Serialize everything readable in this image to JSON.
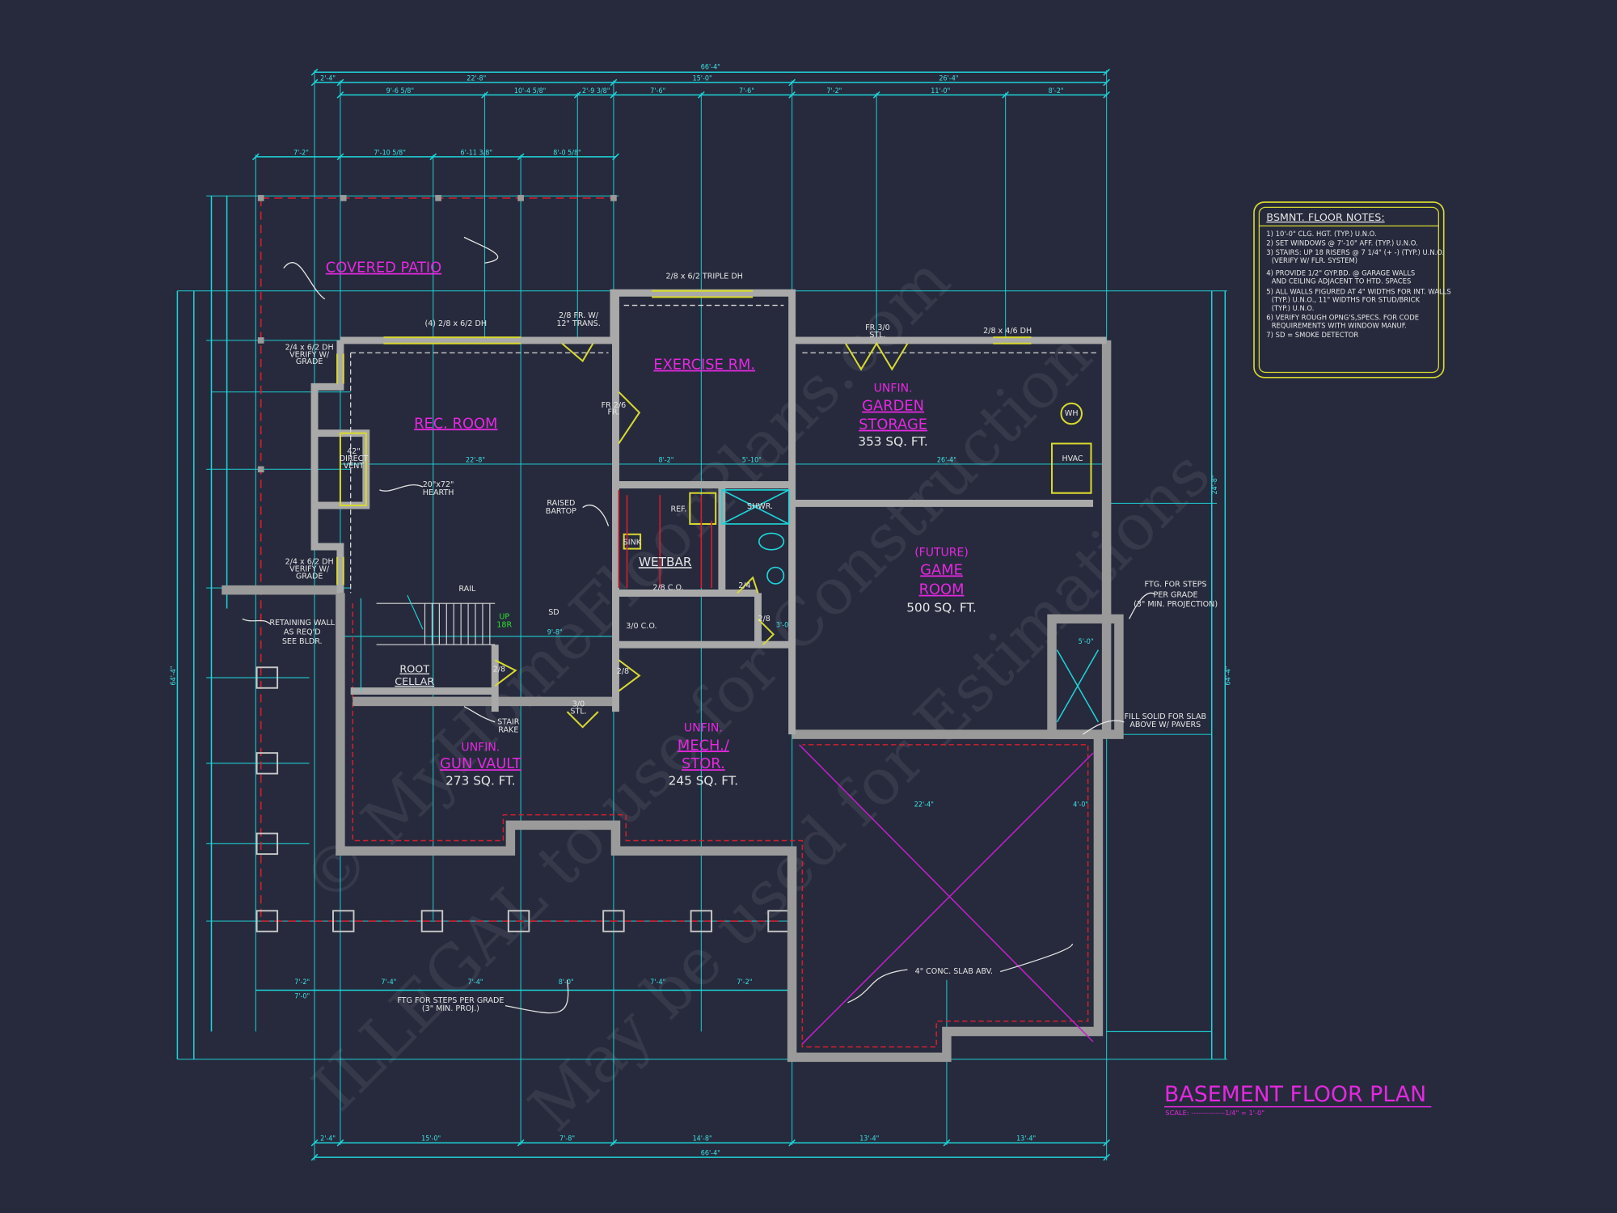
{
  "title": {
    "main": "BASEMENT FLOOR PLAN",
    "scale": "SCALE: --------------1/4\" = 1'-0\""
  },
  "colors": {
    "background": "#262a3c",
    "dimension": "#1fd3d8",
    "room_label": "#e528e0",
    "window_door": "#d8d830",
    "foundation": "#d02030",
    "wall": "#a9a9a9"
  },
  "notes": {
    "heading": "BSMNT. FLOOR NOTES:",
    "items": [
      "1) 10'-0\" CLG. HGT. (TYP.) U.N.O.",
      "2) SET WINDOWS @ 7'-10\" AFF. (TYP.) U.N.O.",
      "3) STAIRS: UP 18 RISERS @ 7 1/4\" (+ -) (TYP.) U.N.O.",
      "(VERIFY W/ FLR. SYSTEM)",
      "4) PROVIDE 1/2\" GYP.BD. @ GARAGE WALLS",
      "AND CEILING ADJACENT TO HTD. SPACES",
      "5) ALL WALLS FIGURED AT 4\" WIDTHS FOR INT. WALLS",
      "(TYP.) U.N.O., 11\" WIDTHS FOR STUD/BRICK",
      "(TYP.) U.N.O.",
      "6) VERIFY ROUGH OPNG'S,SPECS. FOR CODE",
      "REQUIREMENTS WITH WINDOW MANUF.",
      "7) SD = SMOKE DETECTOR"
    ]
  },
  "rooms": {
    "covered_patio": "COVERED PATIO",
    "rec_room": "REC. ROOM",
    "exercise": "EXERCISE RM.",
    "garden": {
      "prefix": "UNFIN.",
      "line1": "GARDEN",
      "line2": "STORAGE",
      "area": "353 SQ. FT."
    },
    "game": {
      "prefix": "(FUTURE)",
      "line1": "GAME",
      "line2": "ROOM",
      "area": "500 SQ. FT."
    },
    "wetbar": "WETBAR",
    "root_cellar": {
      "line1": "ROOT",
      "line2": "CELLAR"
    },
    "gun_vault": {
      "prefix": "UNFIN.",
      "line1": "GUN VAULT",
      "area": "273 SQ. FT."
    },
    "mech": {
      "prefix": "UNFIN.",
      "line1": "MECH./",
      "line2": "STOR.",
      "area": "245 SQ. FT."
    }
  },
  "annotations": {
    "win_rec": "(4) 2/8 x 6/2 DH",
    "win_ex": "2/8 x 6/2 TRIPLE DH",
    "door_fr": [
      "2/8 FR. W/",
      "12\" TRANS."
    ],
    "door_stl": [
      "FR 3/0",
      "STL."
    ],
    "win_garden": "2/8 x 4/6 DH",
    "win_left_top": [
      "2/4 x 6/2 DH",
      "VERIFY W/",
      "GRADE"
    ],
    "win_left_bot": [
      "2/4 x 6/2 DH",
      "VERIFY W/",
      "GRADE"
    ],
    "door_fr26": [
      "FR 2/6",
      "FR."
    ],
    "fireplace": [
      "42\"",
      "DIRECT",
      "VENT"
    ],
    "hearth": [
      "20\"x72\"",
      "HEARTH"
    ],
    "bartop": [
      "RAISED",
      "BARTOP"
    ],
    "ref": "REF.",
    "shwr": "SHWR.",
    "sink": "SINK",
    "co28": "2/8 C.O.",
    "co30": "3/0 C.O.",
    "d24": "2/4",
    "d28a": "2/8",
    "d28b": "2/8",
    "d28c": "2/8",
    "stl30": [
      "3/0",
      "STL."
    ],
    "stair_rake": [
      "STAIR",
      "RAKE"
    ],
    "rail": "RAIL",
    "up": [
      "UP",
      "18R"
    ],
    "sd": "SD",
    "retaining": [
      "RETAINING WALL",
      "AS REQ'D",
      "SEE BLDR."
    ],
    "wh": "WH",
    "hvac": "HVAC",
    "ftg_right": [
      "FTG. FOR STEPS",
      "PER GRADE",
      "(3\" MIN. PROJECTION)"
    ],
    "fill_solid": [
      "FILL SOLID FOR SLAB",
      "ABOVE W/ PAVERS"
    ],
    "slab": "4\" CONC. SLAB ABV.",
    "ftg_bottom": [
      "FTG FOR STEPS PER GRADE",
      "(3\" MIN. PROJ.)"
    ]
  },
  "dimensions": {
    "overall_top": "66'-4\"",
    "top_row1": [
      "2'-4\"",
      "22'-8\"",
      "15'-0\"",
      "26'-4\""
    ],
    "top_row2": [
      "9'-6 5/8\"",
      "10'-4 5/8\"",
      "2'-9 3/8\"",
      "7'-6\"",
      "7'-6\"",
      "7'-2\"",
      "11'-0\"",
      "8'-2\""
    ],
    "top_row3": [
      "7'-2\"",
      "7'-10 5/8\"",
      "6'-11 3/8\"",
      "8'-0 5/8\""
    ],
    "interior": [
      "22'-8\"",
      "8'-2\"",
      "5'-10\"",
      "26'-4\"",
      "9'-8\"",
      "22'-4\"",
      "4'-0\"",
      "5'-0\"",
      "3'-0\""
    ],
    "bottom_patio": [
      "7'-2\"",
      "7'-4\"",
      "7'-4\"",
      "8'-0\"",
      "7'-4\"",
      "7'-2\"",
      "7'-0\""
    ],
    "bottom_row1": [
      "2'-4\"",
      "15'-0\"",
      "7'-8\"",
      "14'-8\"",
      "13'-4\"",
      "13'-4\""
    ],
    "overall_bottom": "66'-4\"",
    "overall_left": "64'-4\"",
    "overall_right": "64'-4\"",
    "right_inner": "24'-8\""
  },
  "watermark": [
    "© MyHomeFloorPlans.com",
    "ILLEGAL to use for Construction",
    "May be used for Estimations"
  ]
}
